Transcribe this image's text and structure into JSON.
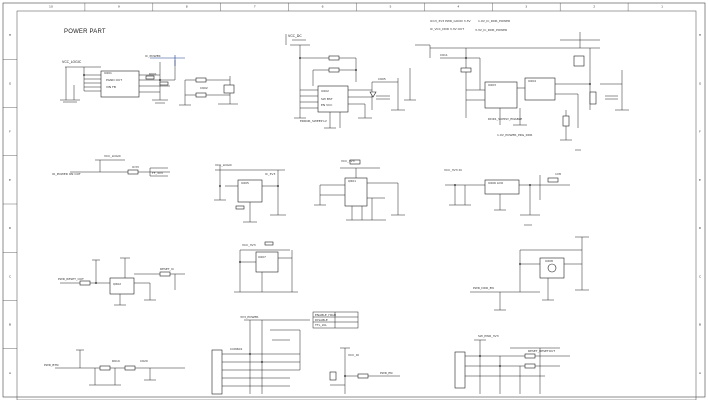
{
  "sheet": {
    "title": "POWER PART",
    "column_numbers": [
      "10",
      "9",
      "8",
      "7",
      "6",
      "5",
      "4",
      "3",
      "2",
      "1"
    ],
    "row_letters": [
      "H",
      "G",
      "F",
      "E",
      "D",
      "C",
      "B",
      "A"
    ]
  },
  "colors": {
    "wire": "#222222",
    "signal": "#1f3b8f",
    "ground": "#2a5f2a",
    "border": "#444444"
  }
}
